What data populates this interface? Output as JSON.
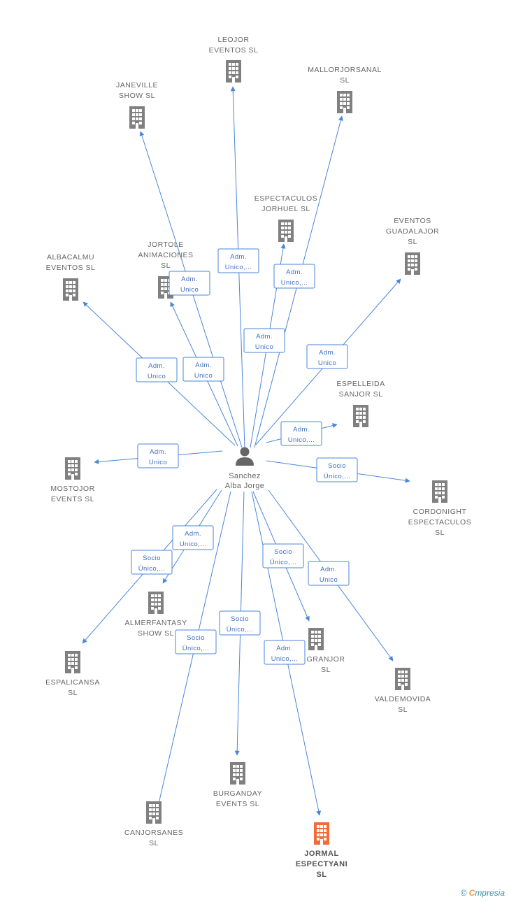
{
  "center": {
    "name_line1": "Sanchez",
    "name_line2": "Alba Jorge",
    "icon": "person-icon"
  },
  "colors": {
    "edge": "#4a86d8",
    "node": "#808080",
    "highlight": "#f26b3a"
  },
  "nodes": [
    {
      "id": "leojor",
      "lines": [
        "LEOJOR",
        "EVENTOS SL"
      ]
    },
    {
      "id": "mallorjorsanal",
      "lines": [
        "MALLORJORSANAL",
        "SL"
      ]
    },
    {
      "id": "janeville",
      "lines": [
        "JANEVILLE",
        "SHOW SL"
      ]
    },
    {
      "id": "espectaculos-jorhuel",
      "lines": [
        "ESPECTACULOS",
        "JORHUEL SL"
      ]
    },
    {
      "id": "eventos-guadalajor",
      "lines": [
        "EVENTOS",
        "GUADALAJOR",
        "SL"
      ]
    },
    {
      "id": "albacalmu",
      "lines": [
        "ALBACALMU",
        "EVENTOS SL"
      ]
    },
    {
      "id": "jortole",
      "lines": [
        "JORTOLE",
        "ANIMACIONES",
        "SL"
      ]
    },
    {
      "id": "espelleida",
      "lines": [
        "ESPELLEIDA",
        "SANJOR SL"
      ]
    },
    {
      "id": "mostojor",
      "lines": [
        "MOSTOJOR",
        "EVENTS SL"
      ]
    },
    {
      "id": "cordonight",
      "lines": [
        "CORDONIGHT",
        "ESPECTACULOS",
        "SL"
      ]
    },
    {
      "id": "almerfantasy",
      "lines": [
        "ALMERFANTASY",
        "SHOW SL"
      ]
    },
    {
      "id": "espalicansa",
      "lines": [
        "ESPALICANSA",
        "SL"
      ]
    },
    {
      "id": "granjor",
      "lines": [
        "GRANJOR",
        "SL"
      ]
    },
    {
      "id": "valdemovida",
      "lines": [
        "VALDEMOVIDA",
        "SL"
      ]
    },
    {
      "id": "burganday",
      "lines": [
        "BURGANDAY",
        "EVENTS SL"
      ]
    },
    {
      "id": "canjorsanes",
      "lines": [
        "CANJORSANES",
        "SL"
      ]
    },
    {
      "id": "jormal",
      "lines": [
        "JORMAL",
        "ESPECTYANI",
        "SL"
      ],
      "highlight": true
    }
  ],
  "roles": [
    {
      "id": "r-leojor",
      "lines": [
        "Adm.",
        "Unico,..."
      ]
    },
    {
      "id": "r-mallor",
      "lines": [
        "Adm.",
        "Unico,..."
      ]
    },
    {
      "id": "r-jortole",
      "lines": [
        "Adm.",
        "Unico"
      ]
    },
    {
      "id": "r-jorhuel",
      "lines": [
        "Adm.",
        "Unico"
      ]
    },
    {
      "id": "r-guadal",
      "lines": [
        "Adm.",
        "Unico"
      ]
    },
    {
      "id": "r-albac",
      "lines": [
        "Adm.",
        "Unico"
      ]
    },
    {
      "id": "r-janev",
      "lines": [
        "Adm.",
        "Unico"
      ]
    },
    {
      "id": "r-espell",
      "lines": [
        "Adm.",
        "Unico,..."
      ]
    },
    {
      "id": "r-mosto",
      "lines": [
        "Adm.",
        "Unico"
      ]
    },
    {
      "id": "r-cordo",
      "lines": [
        "Socio",
        "Único,..."
      ]
    },
    {
      "id": "r-almer",
      "lines": [
        "Adm.",
        "Unico,..."
      ]
    },
    {
      "id": "r-espal",
      "lines": [
        "Socio",
        "Único,..."
      ]
    },
    {
      "id": "r-granjor",
      "lines": [
        "Socio",
        "Único,..."
      ]
    },
    {
      "id": "r-valde",
      "lines": [
        "Adm.",
        "Unico"
      ]
    },
    {
      "id": "r-burg",
      "lines": [
        "Socio",
        "Único,..."
      ]
    },
    {
      "id": "r-canjor",
      "lines": [
        "Socio",
        "Único,..."
      ]
    },
    {
      "id": "r-jormal",
      "lines": [
        "Adm.",
        "Unico,..."
      ]
    }
  ],
  "footer": {
    "copyright": "©",
    "brand_first": "C",
    "brand_rest": "mpresia"
  }
}
